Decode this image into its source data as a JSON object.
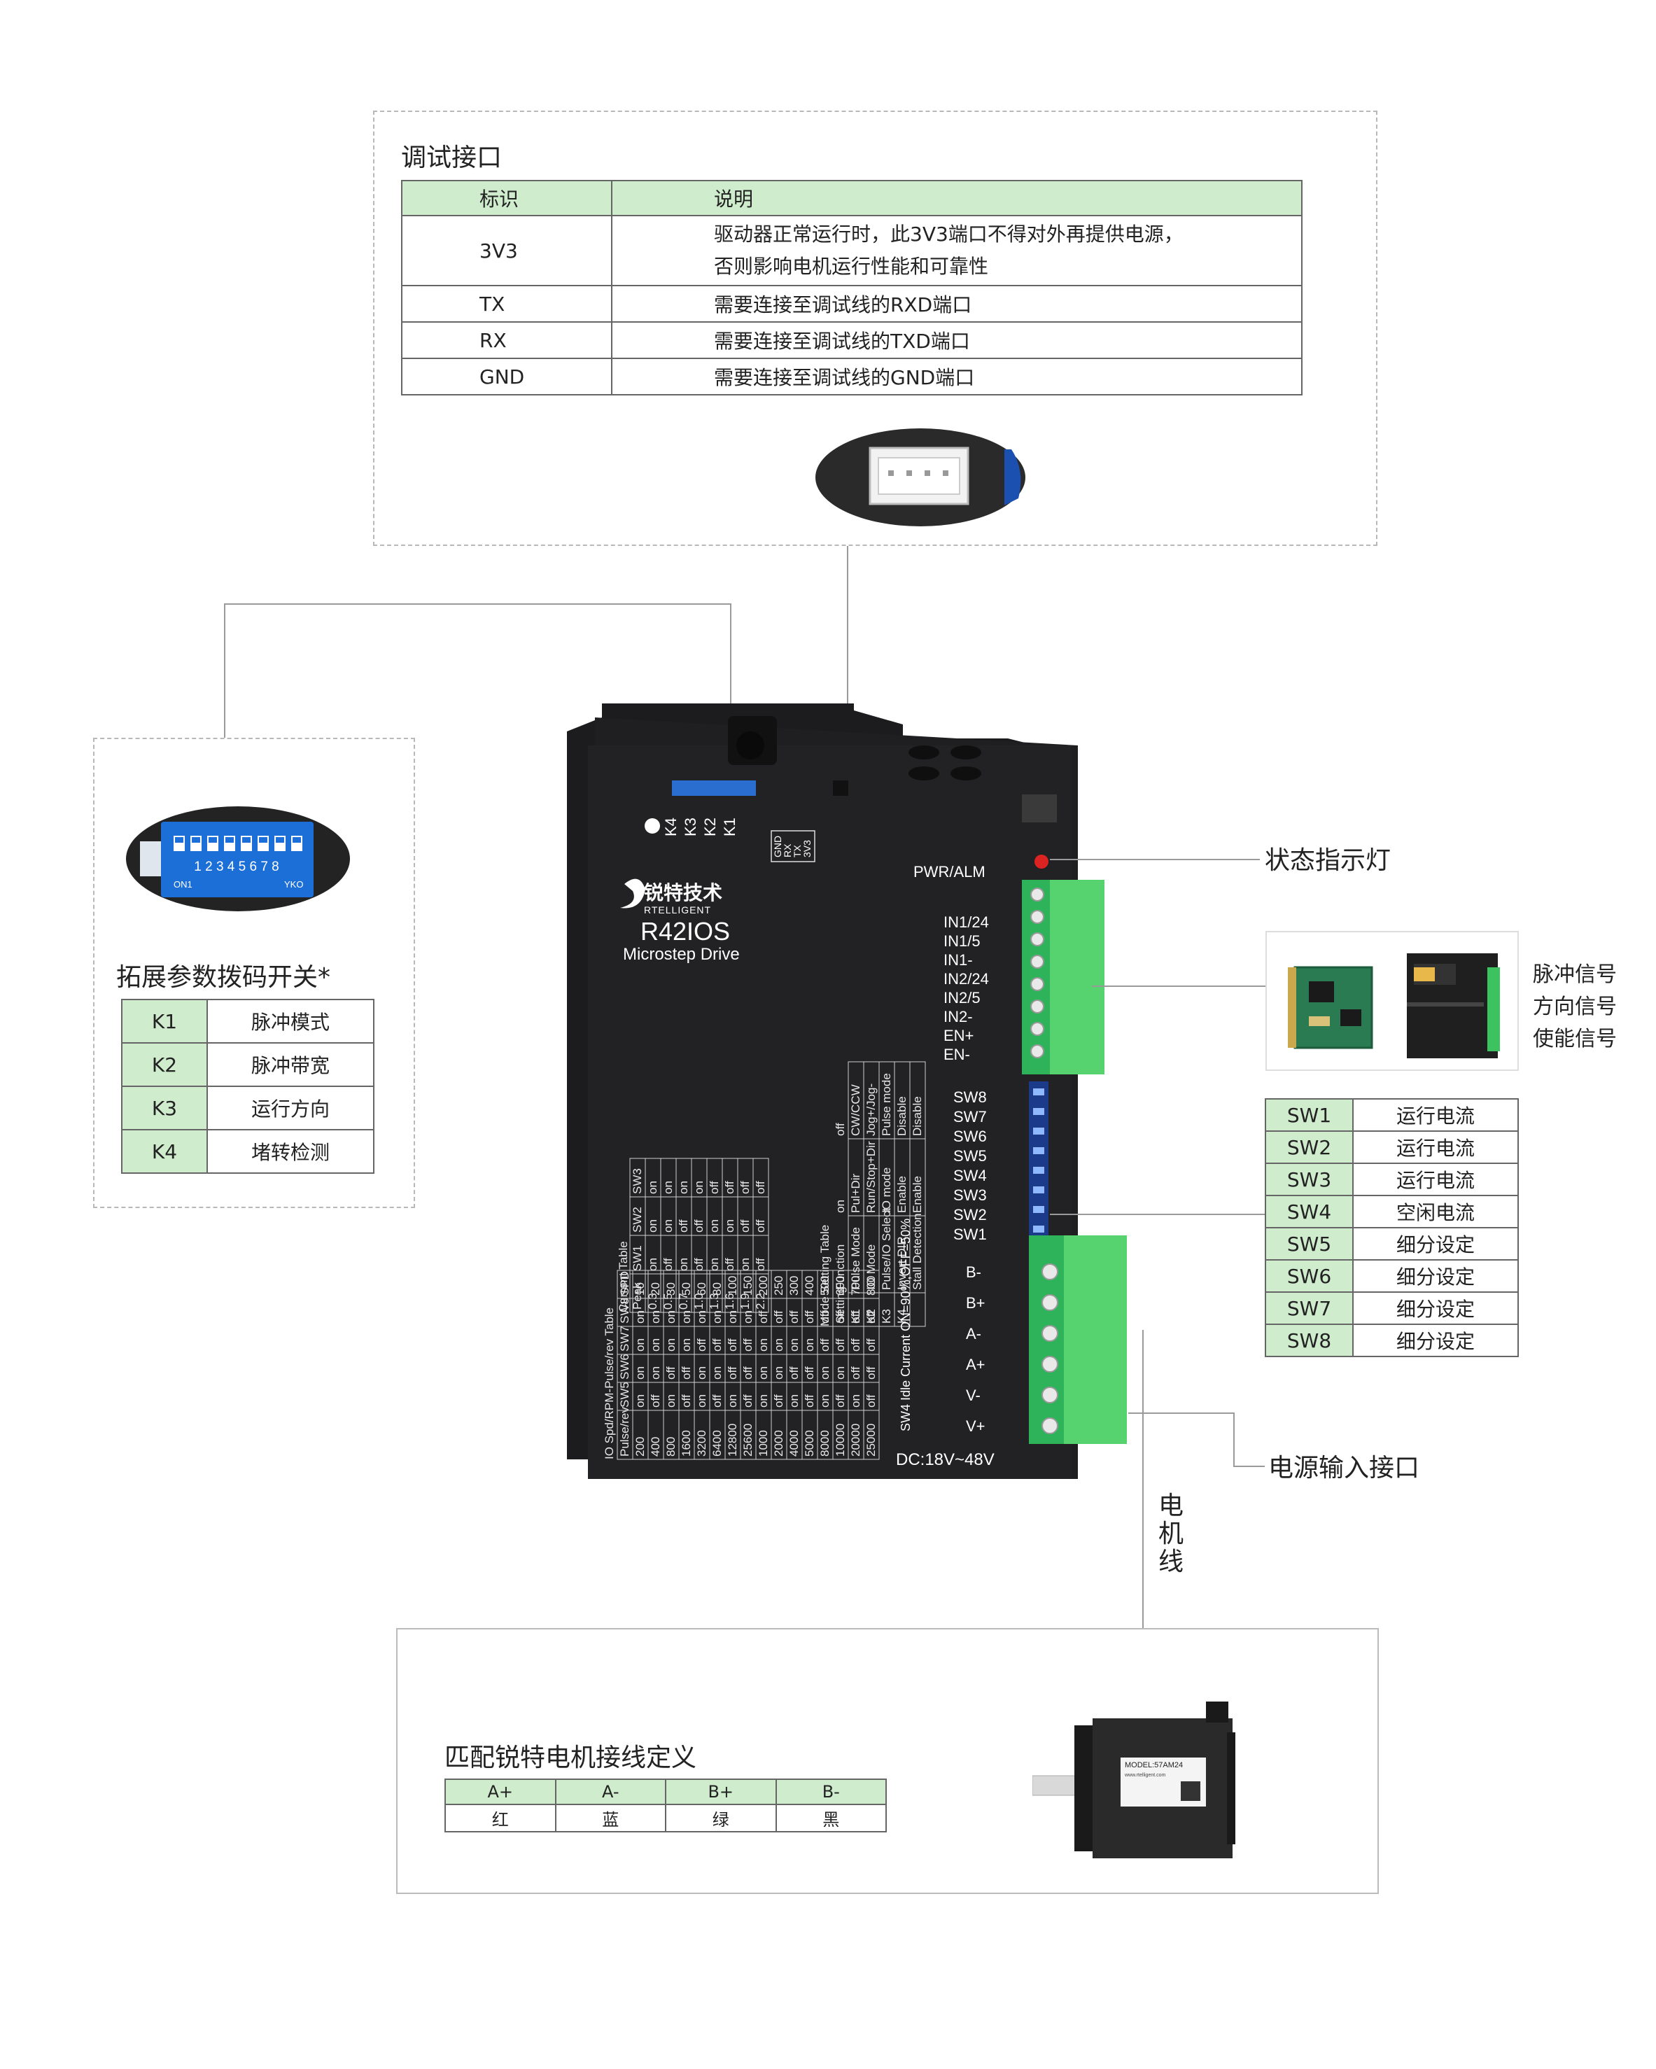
{
  "debug": {
    "title": "调试接口",
    "headers": [
      "标识",
      "说明"
    ],
    "rows": [
      {
        "id": "3V3",
        "desc": "驱动器正常运行时，此3V3端口不得对外再提供电源，",
        "desc2": "否则影响电机运行性能和可靠性"
      },
      {
        "id": "TX",
        "desc": "需要连接至调试线的RXD端口"
      },
      {
        "id": "RX",
        "desc": "需要连接至调试线的TXD端口"
      },
      {
        "id": "GND",
        "desc": "需要连接至调试线的GND端口"
      }
    ]
  },
  "dip": {
    "title": "拓展参数拨码开关*",
    "switch_numbers": "1 2 3 4 5 6 7 8",
    "switch_on": "ON1",
    "switch_brand": "YKO",
    "rows": [
      {
        "key": "K1",
        "val": "脉冲模式"
      },
      {
        "key": "K2",
        "val": "脉冲带宽"
      },
      {
        "key": "K3",
        "val": "运行方向"
      },
      {
        "key": "K4",
        "val": "堵转检测"
      }
    ]
  },
  "status_led": {
    "label": "状态指示灯"
  },
  "signals": [
    "脉冲信号",
    "方向信号",
    "使能信号"
  ],
  "sw": {
    "rows": [
      {
        "key": "SW1",
        "val": "运行电流"
      },
      {
        "key": "SW2",
        "val": "运行电流"
      },
      {
        "key": "SW3",
        "val": "运行电流"
      },
      {
        "key": "SW4",
        "val": "空闲电流"
      },
      {
        "key": "SW5",
        "val": "细分设定"
      },
      {
        "key": "SW6",
        "val": "细分设定"
      },
      {
        "key": "SW7",
        "val": "细分设定"
      },
      {
        "key": "SW8",
        "val": "细分设定"
      }
    ]
  },
  "power": {
    "label": "电源输入接口"
  },
  "motor_line": {
    "label": "电机线"
  },
  "motor": {
    "title": "匹配锐特电机接线定义",
    "headers": [
      "A+",
      "A-",
      "B+",
      "B-"
    ],
    "colors": [
      "红",
      "蓝",
      "绿",
      "黑"
    ],
    "model": "MODEL:57AM24",
    "site": "www.rtelligent.com"
  },
  "driver": {
    "brand_cn": "锐特技术",
    "brand_en": "RTELLIGENT",
    "model": "R42IOS",
    "subtitle": "Microstep Drive",
    "pwr": "PWR/ALM",
    "k_labels": [
      "K4",
      "K3",
      "K2",
      "K1"
    ],
    "debug_pins": [
      "GND",
      "RX",
      "TX",
      "3V3"
    ],
    "io_pins": [
      "IN1/24",
      "IN1/5",
      "IN1-",
      "IN2/24",
      "IN2/5",
      "IN2-",
      "EN+",
      "EN-"
    ],
    "sw_pins": [
      "SW8",
      "SW7",
      "SW6",
      "SW5",
      "SW4",
      "SW3",
      "SW2",
      "SW1"
    ],
    "power_pins": [
      "B-",
      "B+",
      "A-",
      "A+",
      "V-",
      "V+"
    ],
    "dc": "DC:18V~48V",
    "current_table_title": "Current Table",
    "current_headers": [
      "Peak",
      "SW1",
      "SW2",
      "SW3"
    ],
    "current_rows": [
      [
        "0.3",
        "on",
        "on",
        "on"
      ],
      [
        "0.5",
        "off",
        "on",
        "on"
      ],
      [
        "0.7",
        "on",
        "off",
        "on"
      ],
      [
        "1.0",
        "off",
        "off",
        "on"
      ],
      [
        "1.3",
        "on",
        "on",
        "off"
      ],
      [
        "1.6",
        "off",
        "on",
        "off"
      ],
      [
        "1.9",
        "on",
        "off",
        "off"
      ],
      [
        "2.2",
        "off",
        "off",
        "off"
      ]
    ],
    "mode_table_title": "Mode Setting Table",
    "mode_headers": [
      "Setting",
      "Function",
      "on",
      "off"
    ],
    "mode_rows": [
      [
        "K1",
        "Pulse Mode",
        "Pul+Dir",
        "CW/CCW"
      ],
      [
        "K2",
        "IO Mode",
        "Run/Stop+Dir",
        "Jog+/Jog-"
      ],
      [
        "K3",
        "Pulse/IO Select",
        "IO mode",
        "Pulse mode"
      ],
      [
        "K4",
        "Invert DIR",
        "Enable",
        "Disable"
      ],
      [
        "",
        "Stall Detection",
        "Enable",
        "Disable"
      ]
    ],
    "pulse_table_title": "IO Spd/RPM-Pulse/rev Table",
    "pulse_headers": [
      "Pulse/rev",
      "SW5",
      "SW6",
      "SW7",
      "SW8",
      "SPD"
    ],
    "pulse_rows": [
      [
        "200",
        "on",
        "on",
        "on",
        "on",
        "10"
      ],
      [
        "400",
        "off",
        "on",
        "on",
        "on",
        "20"
      ],
      [
        "800",
        "on",
        "off",
        "on",
        "on",
        "30"
      ],
      [
        "1600",
        "off",
        "off",
        "on",
        "on",
        "50"
      ],
      [
        "3200",
        "on",
        "on",
        "off",
        "on",
        "60"
      ],
      [
        "6400",
        "off",
        "on",
        "off",
        "on",
        "80"
      ],
      [
        "12800",
        "on",
        "off",
        "off",
        "on",
        "100"
      ],
      [
        "25600",
        "off",
        "off",
        "off",
        "on",
        "150"
      ],
      [
        "1000",
        "on",
        "on",
        "on",
        "off",
        "200"
      ],
      [
        "2000",
        "off",
        "on",
        "on",
        "off",
        "250"
      ],
      [
        "4000",
        "on",
        "off",
        "on",
        "off",
        "300"
      ],
      [
        "5000",
        "off",
        "off",
        "on",
        "off",
        "400"
      ],
      [
        "8000",
        "on",
        "on",
        "off",
        "off",
        "500"
      ],
      [
        "10000",
        "off",
        "on",
        "off",
        "off",
        "600"
      ],
      [
        "20000",
        "on",
        "off",
        "off",
        "off",
        "700"
      ],
      [
        "25000",
        "off",
        "off",
        "off",
        "off",
        "800"
      ]
    ],
    "idle_note": "SW4 Idle Current ON=90%,OFF=50%"
  }
}
